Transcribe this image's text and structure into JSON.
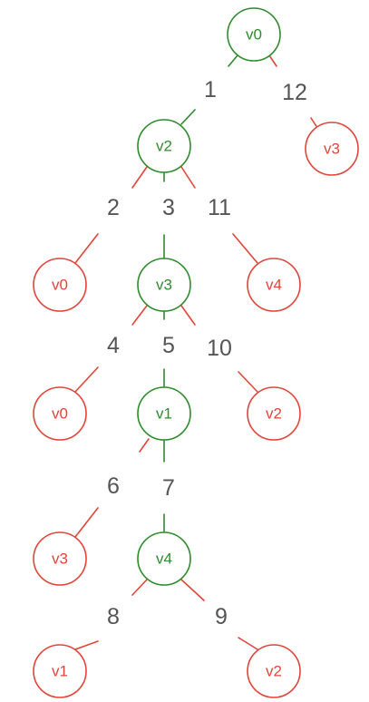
{
  "colors": {
    "tree": "#2e8b2e",
    "pruned": "#e0453a",
    "edge_label": "#555555"
  },
  "nodes": [
    {
      "id": "n0",
      "label": "v0",
      "status": "tree"
    },
    {
      "id": "n1",
      "label": "v2",
      "status": "tree"
    },
    {
      "id": "n2",
      "label": "v3",
      "status": "pruned"
    },
    {
      "id": "n3",
      "label": "v0",
      "status": "pruned"
    },
    {
      "id": "n4",
      "label": "v3",
      "status": "tree"
    },
    {
      "id": "n5",
      "label": "v4",
      "status": "pruned"
    },
    {
      "id": "n6",
      "label": "v0",
      "status": "pruned"
    },
    {
      "id": "n7",
      "label": "v1",
      "status": "tree"
    },
    {
      "id": "n8",
      "label": "v2",
      "status": "pruned"
    },
    {
      "id": "n9",
      "label": "v3",
      "status": "pruned"
    },
    {
      "id": "n10",
      "label": "v4",
      "status": "tree"
    },
    {
      "id": "n11",
      "label": "v1",
      "status": "pruned"
    },
    {
      "id": "n12",
      "label": "v2",
      "status": "pruned"
    }
  ],
  "edges": [
    {
      "id": "e1",
      "from": "n0",
      "to": "n1",
      "label": "1",
      "status": "tree"
    },
    {
      "id": "e12",
      "from": "n0",
      "to": "n2",
      "label": "12",
      "status": "pruned"
    },
    {
      "id": "e2",
      "from": "n1",
      "to": "n3",
      "label": "2",
      "status": "pruned"
    },
    {
      "id": "e3",
      "from": "n1",
      "to": "n4",
      "label": "3",
      "status": "tree"
    },
    {
      "id": "e11",
      "from": "n1",
      "to": "n5",
      "label": "11",
      "status": "pruned"
    },
    {
      "id": "e4",
      "from": "n4",
      "to": "n6",
      "label": "4",
      "status": "pruned"
    },
    {
      "id": "e5",
      "from": "n4",
      "to": "n7",
      "label": "5",
      "status": "tree"
    },
    {
      "id": "e10",
      "from": "n4",
      "to": "n8",
      "label": "10",
      "status": "pruned"
    },
    {
      "id": "e6",
      "from": "n7",
      "to": "n9",
      "label": "6",
      "status": "pruned"
    },
    {
      "id": "e7",
      "from": "n7",
      "to": "n10",
      "label": "7",
      "status": "tree"
    },
    {
      "id": "e8",
      "from": "n10",
      "to": "n11",
      "label": "8",
      "status": "pruned"
    },
    {
      "id": "e9",
      "from": "n10",
      "to": "n12",
      "label": "9",
      "status": "pruned"
    }
  ]
}
